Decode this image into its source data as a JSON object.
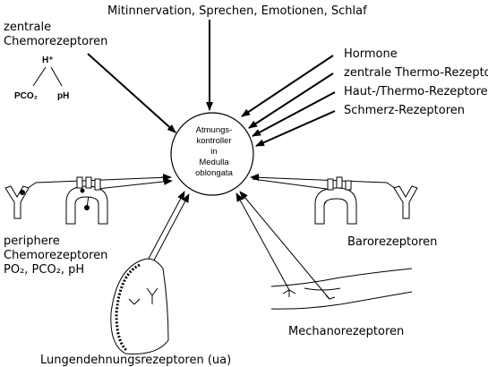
{
  "top_label": "Mitinnervation, Sprechen, Emotionen, Schlaf",
  "center": {
    "line1": "Atmungs-",
    "line2": "kontroller",
    "line3": "in",
    "line4": "Medulla",
    "line5": "oblongata"
  },
  "central_chemo": {
    "line1": "zentrale",
    "line2": "Chemorezeptoren"
  },
  "chem": {
    "hplus": "H⁺",
    "pco2": "PCO₂",
    "ph": "pH"
  },
  "right_inputs": [
    "Hormone",
    "zentrale Thermo-Rezeptoren",
    "Haut-/Thermo-Rezeptoren",
    "Schmerz-Rezeptoren"
  ],
  "peripheral": {
    "line1": "periphere",
    "line2": "Chemorezeptoren",
    "line3": "PO₂, PCO₂, pH"
  },
  "baro": "Barorezeptoren",
  "mechano": "Mechanorezeptoren",
  "lung": "Lungendehnungsrezeptoren (ua)"
}
